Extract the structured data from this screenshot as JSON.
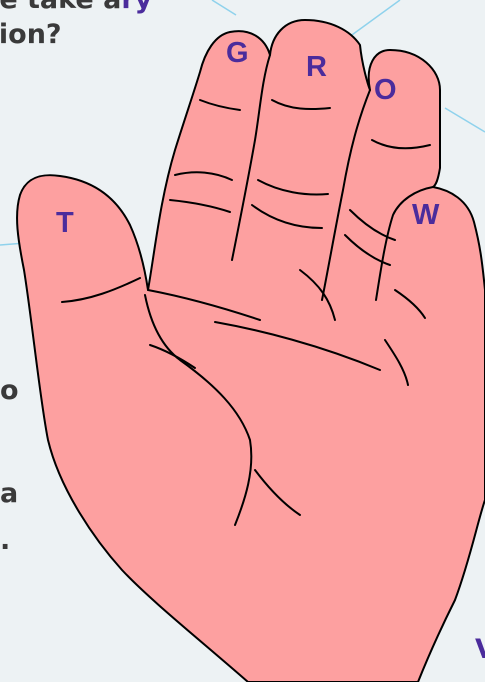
{
  "background": {
    "line1": "re take a",
    "line1_tail": "ry",
    "line2": "tion?",
    "frag_o": "o",
    "frag_a": "a",
    "frag_dot": ".",
    "frag_v": "V"
  },
  "fingers": {
    "thumb": "T",
    "index": "G",
    "middle": "R",
    "ring": "O",
    "little": "W"
  },
  "colors": {
    "hand_fill": "#fda0a0",
    "outline": "#000000",
    "letters": "#4b2c9c",
    "connectors": "#8fd2ec",
    "background": "#edf2f4"
  }
}
